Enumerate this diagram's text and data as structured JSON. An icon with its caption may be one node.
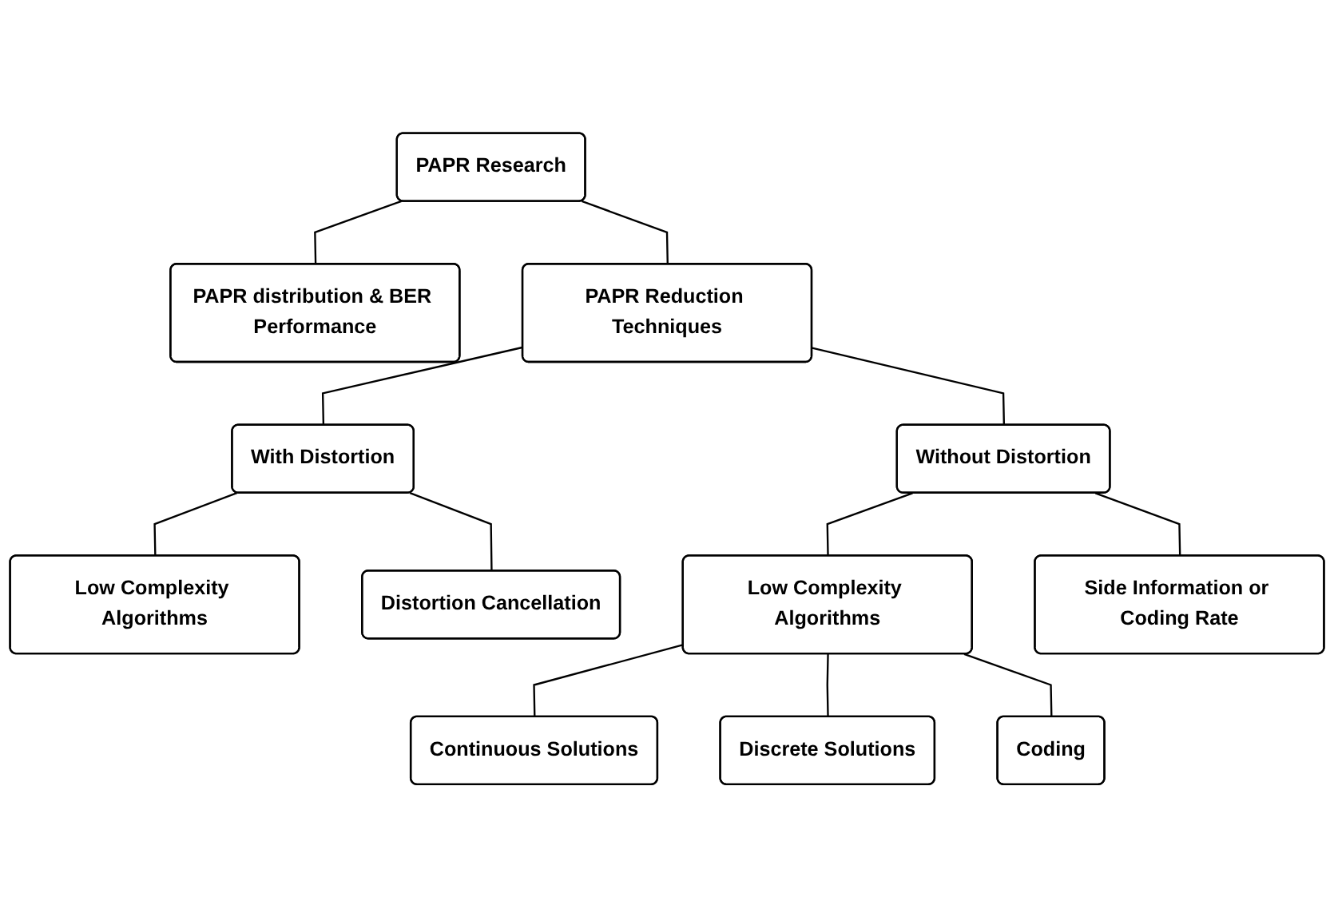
{
  "diagram": {
    "nodes": [
      {
        "text": [
          "PAPR Research"
        ]
      },
      {
        "text": [
          "PAPR distribution & BER Performance"
        ]
      },
      {
        "text": [
          "PAPR Reduction Techniques"
        ]
      },
      {
        "text": [
          "With Distortion"
        ]
      },
      {
        "text": [
          "Without Distortion"
        ]
      },
      {
        "text": [
          "Low Complexity Algorithms"
        ]
      },
      {
        "text": [
          "Distortion Cancellation"
        ]
      },
      {
        "text": [
          "Low Complexity Algorithms"
        ]
      },
      {
        "text": [
          "Side Information or Coding Rate"
        ]
      },
      {
        "text": [
          "Continuous Solutions"
        ]
      },
      {
        "text": [
          "Discrete Solutions"
        ]
      },
      {
        "text": [
          "Coding"
        ]
      }
    ],
    "edges": [
      {
        "from": 0,
        "to": 1,
        "arrow": "none"
      },
      {
        "from": 0,
        "to": 2,
        "arrow": "none"
      },
      {
        "from": 2,
        "to": 3,
        "arrow": "none"
      },
      {
        "from": 2,
        "to": 4,
        "arrow": "none"
      },
      {
        "from": 3,
        "to": 5,
        "arrow": "none"
      },
      {
        "from": 3,
        "to": 6,
        "arrow": "none"
      },
      {
        "from": 4,
        "to": 7,
        "arrow": "none"
      },
      {
        "from": 4,
        "to": 8,
        "arrow": "none"
      },
      {
        "from": 7,
        "to": 9,
        "arrow": "none"
      },
      {
        "from": 7,
        "to": 10,
        "arrow": "none"
      },
      {
        "from": 7,
        "to": 11,
        "arrow": "none"
      }
    ]
  }
}
